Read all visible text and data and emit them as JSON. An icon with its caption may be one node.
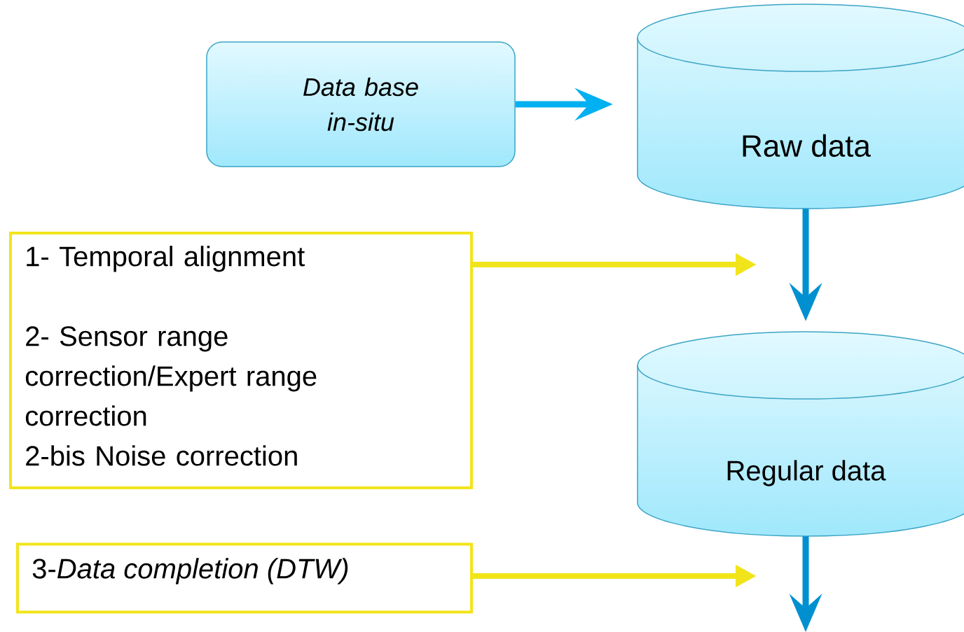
{
  "diagram": {
    "nodes": [
      {
        "text": [
          "Data base in-situ"
        ]
      },
      {
        "text": [
          "Raw data"
        ]
      },
      {
        "text": [
          "1- Temporal alignment",
          "2- Sensor range correction/Expert range correction",
          "2-bis Noise correction"
        ]
      },
      {
        "text": [
          "Regular data"
        ]
      },
      {
        "text": [
          "3-*Data completion (DTW)*"
        ]
      }
    ],
    "edges": [
      {
        "from": 0,
        "to": 1,
        "arrow": "to",
        "color": "#00b0f0"
      },
      {
        "from": 1,
        "to": 3,
        "arrow": "to",
        "color": "#0090d0"
      },
      {
        "from": 2,
        "to": null,
        "arrow": "to",
        "color": "#f2e41a"
      },
      {
        "from": 4,
        "to": null,
        "arrow": "to",
        "color": "#f2e41a"
      },
      {
        "from": 3,
        "to": null,
        "arrow": "to",
        "color": "#0090d0"
      }
    ]
  }
}
